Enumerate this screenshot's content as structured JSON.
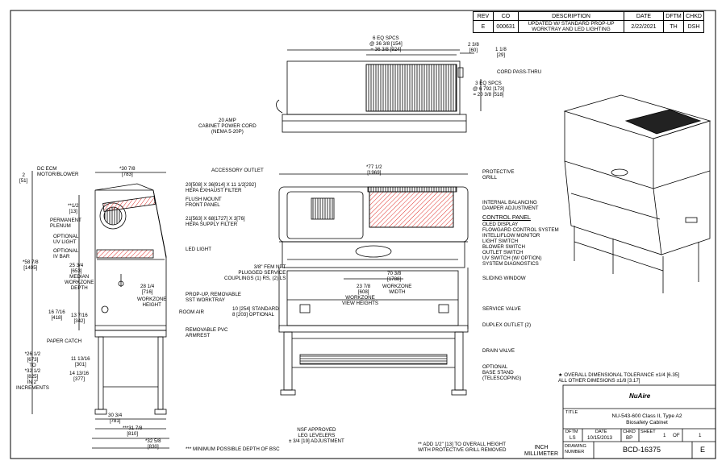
{
  "revision_block": {
    "headers": [
      "REV",
      "CO",
      "DESCRIPTION",
      "DATE",
      "DFTM",
      "CHKD"
    ],
    "row": [
      "E",
      "000631",
      "UPDATED W/ STANDARD PROP-UP WORKTRAY AND LED LIGHTING",
      "2/22/2021",
      "TH",
      "DSH"
    ]
  },
  "top_view": {
    "eq_spcs_width": "6 EQ SPCS\n@ 36 3/8 [154]\n= 36 3/8 [924]",
    "dim_2_3_8": "2 3/8\n[60]",
    "dim_1_1_8": "1 1/8\n[29]",
    "cord_pass_thru": "CORD PASS-THRU",
    "eq_spcs_depth": "3 EQ SPCS\n@ 6 792 [173]\n= 20 3/8 [518]",
    "power_cord": "20 AMP\nCABINET POWER CORD\n(NEMA 5-20P)"
  },
  "side_view": {
    "dc_ecm": "DC ECM\nMOTOR/BLOWER",
    "dim_2": "2\n[51]",
    "dim_30_7_8": "*30 7/8\n[783]",
    "dim_half": "**1/2\n[13]",
    "permanent_plenum": "PERMANENT\nPLENUM",
    "optional_uv": "OPTIONAL\nUV LIGHT",
    "optional_iv": "OPTIONAL\nIV BAR",
    "dim_58_7_8": "*58 7/8\n[1495]",
    "dim_25_3_4": "25 3/4\n[653]",
    "median_depth": "MEDIAN\nWORKZONE\nDEPTH",
    "dim_28_1_4": "28 1/4\n[716]",
    "workzone_height": "WORKZONE\nHEIGHT",
    "dim_16_7_16": "16 7/16\n[418]",
    "dim_13_7_16": "13 7/16\n[342]",
    "paper_catch": "PAPER CATCH",
    "dim_26_1_2": "*26 1/2\n[673]\nTO\n*32 1/2\n[825]\nIN 2\"\nINCREMENTS",
    "dim_11_13_16": "11 13/16\n[301]",
    "dim_14_13_16": "14 13/16\n[377]",
    "dim_30_3_4": "30 3/4\n[781]",
    "dim_31_7_8": "***31 7/8\n[810]",
    "dim_32_5_8": "*32 5/8\n[830]",
    "hepa_exhaust": "20[508] X 36[914] X 11 1/2[292]\nHEPA EXHAUST FILTER",
    "flush_mount": "FLUSH MOUNT\nFRONT PANEL",
    "hepa_supply": "21[563] X 68[1727] X 3[76]\nHEPA SUPPLY FILTER",
    "led_light": "LED LIGHT",
    "prop_up": "PROP-UP, REMOVABLE\nSST WORKTRAY",
    "room_air": "ROOM AIR",
    "pvc_armrest": "REMOVABLE PVC\nARMREST",
    "min_depth_note": "*** MINIMUM POSSIBLE DEPTH OF BSC"
  },
  "front_view": {
    "accessory_outlet": "ACCESSORY OUTLET",
    "dim_77_1_2": "*77 1/2\n[1969]",
    "protective_grill": "PROTECTIVE\nGRILL",
    "internal_balancing": "INTERNAL BALANCING\nDAMPER ADJUSTMENT",
    "control_panel_title": "CONTROL PANEL",
    "control_panel_items": "OLED DISPLAY\nFLOWGARD CONTROL SYSTEM\nINTELLIFLOW MONITOR\nLIGHT SWITCH\nBLOWER SWITCH\nOUTLET SWITCH\nUV SWITCH (W/ OPTION)\nSYSTEM DIAGNOSTICS",
    "fem_npt": "3/8\" FEM NPT\nPLUGGED SERVICE\nCOUPLINGS (1) RS, (2) LS",
    "dim_70_3_8": "70 3/8\n[1788]",
    "dim_23_7_8": "23 7/8\n[608]",
    "workzone_width": "WORKZONE\nWIDTH",
    "view_heights": "WORKZONE\nVIEW HEIGHTS",
    "sliding_window": "SLIDING WINDOW",
    "dim_10_8": "10 [254] STANDARD\n8 [203] OPTIONAL",
    "service_valve": "SERVICE VALVE",
    "duplex_outlet": "DUPLEX OUTLET (2)",
    "drain_valve": "DRAIN VALVE",
    "optional_base": "OPTIONAL\nBASE STAND\n(TELESCOPING)",
    "nsf_levelers": "NSF APPROVED\nLEG LEVELERS\n± 3/4 [19] ADJUSTMENT",
    "add_note": "** ADD 1/2\" [13] TO OVERALL HEIGHT\nWITH PROTECTIVE GRILL REMOVED",
    "units": "INCH\nMILLIMETER"
  },
  "tolerance_note": "★ OVERALL DIMENSIONAL TOLERANCE ±1/4 [6.35]\nALL OTHER DIMESIONS ±1/8 [3.17]",
  "title_block": {
    "logo_text": "NuAire",
    "title_label": "TITLE",
    "title": "NU-543-600 Class II, Type A2\nBiosafety Cabinet",
    "dftm_label": "DFTM",
    "dftm": "LS",
    "date_label": "DATE",
    "date": "10/15/2013",
    "chkd_label": "CHKD",
    "chkd": "BP",
    "sheet_label": "SHEET",
    "sheet": "1",
    "of_label": "OF",
    "of": "1",
    "drawing_label": "DRAWING\nNUMBER",
    "drawing_number": "BCD-16375",
    "rev": "E"
  },
  "colors": {
    "line": "#000000",
    "hatch": "#e0302a",
    "paper": "#ffffff"
  }
}
